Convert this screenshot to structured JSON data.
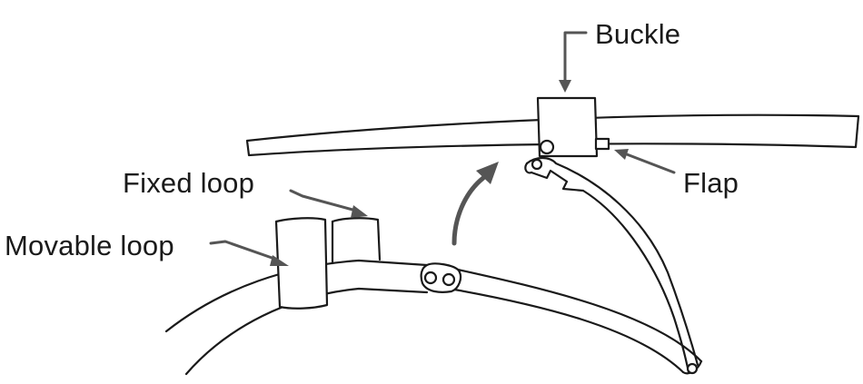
{
  "labels": {
    "buckle": "Buckle",
    "fixed_loop": "Fixed loop",
    "movable_loop": "Movable loop",
    "flap": "Flap"
  },
  "colors": {
    "line": "#1a1a1a",
    "pointer": "#555555",
    "background": "#ffffff"
  }
}
